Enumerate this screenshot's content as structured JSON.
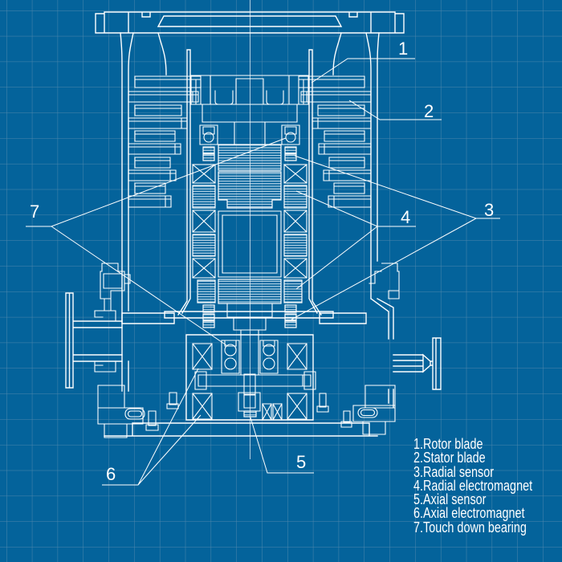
{
  "diagram": {
    "drawing_type": "blueprint cross-section",
    "colors": {
      "background": "#04639B",
      "grid_line": "#4E87AC",
      "drawing_line": "#FFFFFF",
      "text": "#FFFFFF"
    },
    "callouts": [
      {
        "number": "1",
        "label": "Rotor blade"
      },
      {
        "number": "2",
        "label": "Stator blade"
      },
      {
        "number": "3",
        "label": "Radial sensor"
      },
      {
        "number": "4",
        "label": "Radial electromagnet"
      },
      {
        "number": "5",
        "label": "Axial sensor"
      },
      {
        "number": "6",
        "label": "Axial electromagnet"
      },
      {
        "number": "7",
        "label": "Touch down bearing"
      }
    ],
    "legend": {
      "items": [
        "1.Rotor blade",
        "2.Stator blade",
        "3.Radial sensor",
        "4.Radial electromagnet",
        "5.Axial sensor",
        "6.Axial electromagnet",
        "7.Touch down bearing"
      ]
    }
  }
}
